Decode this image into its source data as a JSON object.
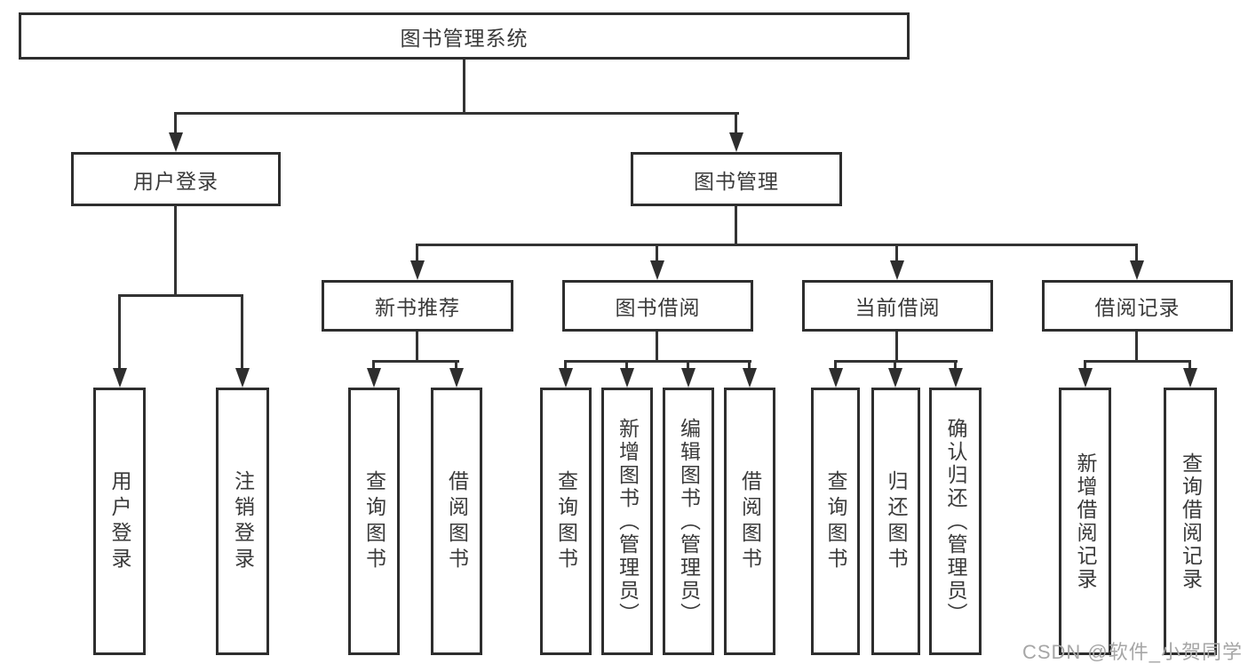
{
  "tree": {
    "root": "图书管理系统",
    "level2": {
      "user_login": "用户登录",
      "book_mgmt": "图书管理"
    },
    "level3": {
      "new_books": "新书推荐",
      "book_borrow": "图书借阅",
      "current_borrow": "当前借阅",
      "borrow_records": "借阅记录"
    },
    "leaves": {
      "user_login": [
        "用户登录",
        "注销登录"
      ],
      "new_books": [
        "查询图书",
        "借阅图书"
      ],
      "book_borrow": [
        "查询图书",
        "新增图书（管理员）",
        "编辑图书（管理员）",
        "借阅图书"
      ],
      "current_borrow": [
        "查询图书",
        "归还图书",
        "确认归还（管理员）"
      ],
      "borrow_records": [
        "新增借阅记录",
        "查询借阅记录"
      ]
    }
  },
  "watermark": "CSDN @软件_小贺同学",
  "colors": {
    "line": "#333333",
    "border": "#2e2e2e",
    "text": "#3a3a3a",
    "watermark": "#a6a6a6"
  }
}
